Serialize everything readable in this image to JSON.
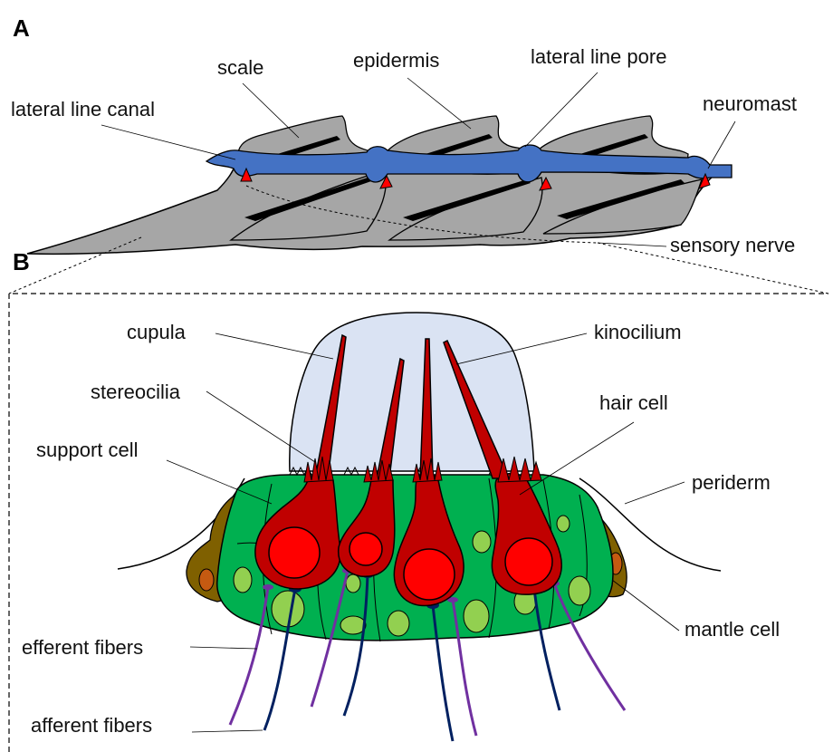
{
  "panels": {
    "a": "A",
    "b": "B"
  },
  "labels": {
    "scale": "scale",
    "epidermis": "epidermis",
    "lateral_line_pore": "lateral line pore",
    "lateral_line_canal": "lateral line canal",
    "neuromast": "neuromast",
    "sensory_nerve": "sensory nerve",
    "cupula": "cupula",
    "kinocilium": "kinocilium",
    "stereocilia": "stereocilia",
    "hair_cell": "hair cell",
    "support_cell": "support cell",
    "periderm": "periderm",
    "efferent_fibers": "efferent fibers",
    "mantle_cell": "mantle cell",
    "afferent_fibers": "afferent fibers"
  },
  "colors": {
    "scale": "#a6a6a6",
    "canal": "#4472c4",
    "neuromast": "#ff0000",
    "cupula": "#dae3f3",
    "hair_cell": "#c00000",
    "nucleus": "#ff0000",
    "support_cell": "#00b050",
    "support_nucleus": "#92d050",
    "mantle_cell": "#7f6000",
    "mantle_nucleus": "#c55a11",
    "efferent": "#7030a0",
    "afferent": "#002060"
  }
}
